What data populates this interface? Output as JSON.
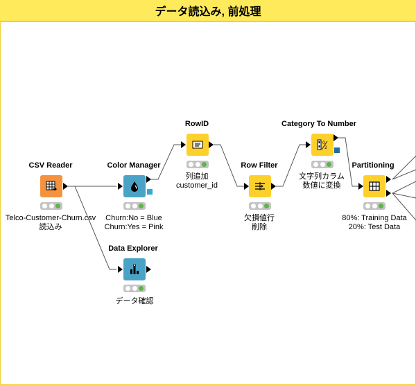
{
  "annotation": {
    "title": "データ読込み, 前処理",
    "border_color": "#f2d035",
    "header_color": "#ffea5c"
  },
  "nodes": {
    "csv_reader": {
      "title": "CSV Reader",
      "desc_line1": "Telco-Customer-Churn.csv",
      "desc_line2": "読込み",
      "icon": "table-file-icon",
      "color": "#f5923e",
      "status": "executed"
    },
    "color_manager": {
      "title": "Color Manager",
      "desc_line1": "Churn:No = Blue",
      "desc_line2": "Churn:Yes = Pink",
      "icon": "droplet-icon",
      "color": "#4aa3c6",
      "status": "executed"
    },
    "rowid": {
      "title": "RowID",
      "desc_line1": "列追加",
      "desc_line2": "customer_id",
      "icon": "id-card-icon",
      "color": "#fed02c",
      "status": "executed"
    },
    "row_filter": {
      "title": "Row Filter",
      "desc_line1": "欠損値行",
      "desc_line2": "削除",
      "icon": "filter-rows-icon",
      "color": "#fed02c",
      "status": "executed"
    },
    "category_to_number": {
      "title": "Category To Number",
      "desc_line1": "文字列カラム",
      "desc_line2": "数値に変換",
      "icon": "category-number-icon",
      "color": "#fed02c",
      "status": "executed"
    },
    "partitioning": {
      "title": "Partitioning",
      "desc_line1": "80%: Training Data",
      "desc_line2": "20%: Test Data",
      "icon": "grid-split-icon",
      "color": "#fed02c",
      "status": "executed"
    },
    "data_explorer": {
      "title": "Data Explorer",
      "desc_line1": "データ確認",
      "icon": "bar-chart-icon",
      "color": "#4aa3c6",
      "status": "executed"
    }
  },
  "port_colors": {
    "data": "#000000",
    "color_model": "#33a8d8",
    "pmml": "#1f6fa3"
  }
}
